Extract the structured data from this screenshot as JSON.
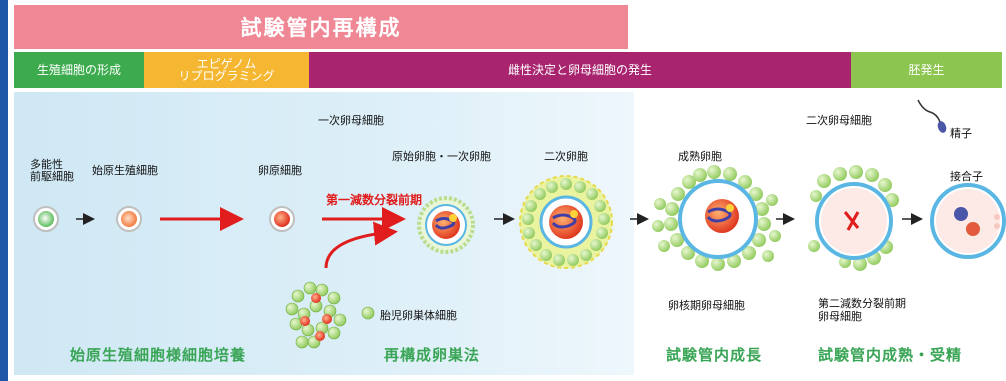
{
  "banner": "試験管内再構成",
  "stages": [
    {
      "label": "生殖細胞の形成",
      "color": "#3bab4d"
    },
    {
      "label": "エピゲノム\nリプログラミング",
      "color": "#f5b731"
    },
    {
      "label": "雌性決定と卵母細胞の発生",
      "color": "#a8246e"
    },
    {
      "label": "胚発生",
      "color": "#8cc550"
    }
  ],
  "labels": {
    "primary_oocyte_top": "一次卵母細胞",
    "pluripotent": "多能性\n前駆細胞",
    "pgc": "始原生殖細胞",
    "oogonia": "卵原細胞",
    "primordial_follicle": "原始卵胞・一次卵胞",
    "secondary_follicle": "二次卵胞",
    "mature_follicle": "成熟卵胞",
    "secondary_oocyte": "二次卵母細胞",
    "sperm": "精子",
    "zygote": "接合子",
    "meiosis1": "第一減数分裂前期",
    "fetal_ovary_cells": "胎児卵巣体細胞",
    "gv_oocyte": "卵核期卵母細胞",
    "meiosis2": "第二減数分裂前期\n卵母細胞"
  },
  "methods": [
    "始原生殖細胞様細胞培養",
    "再構成卵巣法",
    "試験管内成長",
    "試験管内成熟・受精"
  ],
  "colors": {
    "accent": "#e01c1c",
    "method": "#3aa556",
    "zona": "#5ab6e2",
    "granulosa": "#9fd36a"
  }
}
